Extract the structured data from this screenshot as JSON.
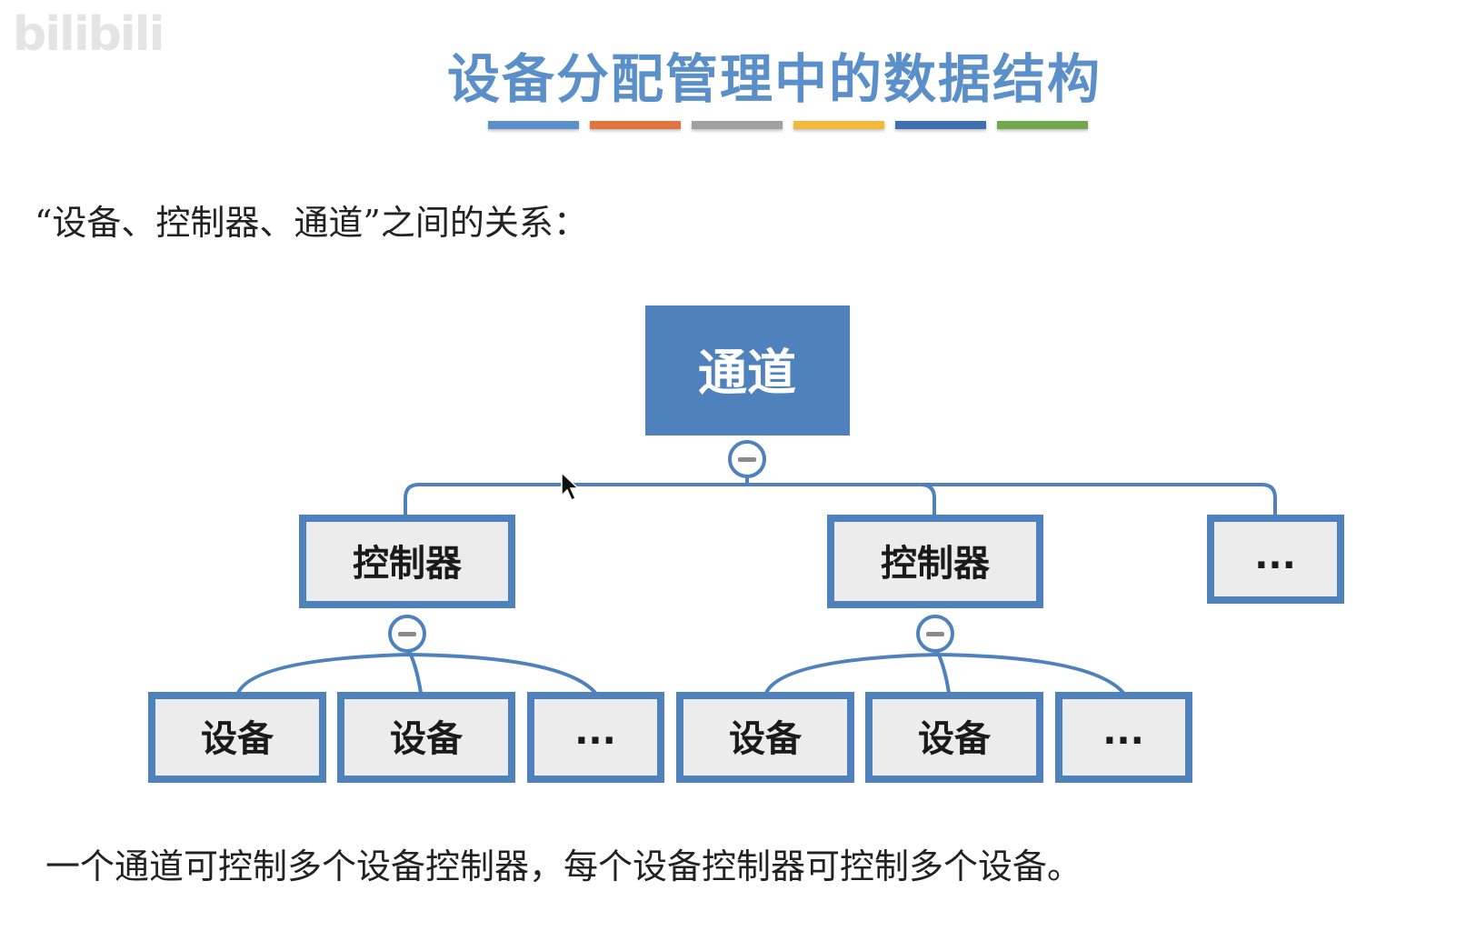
{
  "watermark": "bilibili",
  "title": "设备分配管理中的数据结构",
  "color_bar": [
    "#5b8fc9",
    "#e0753f",
    "#a0a0a0",
    "#f2b93b",
    "#3e6fb5",
    "#72a94c"
  ],
  "subtitle": "“设备、控制器、通道”之间的关系：",
  "diagram": {
    "root": "通道",
    "controllers": [
      "控制器",
      "控制器",
      "..."
    ],
    "devices_group_1": [
      "设备",
      "设备",
      "..."
    ],
    "devices_group_2": [
      "设备",
      "设备",
      "..."
    ],
    "collapse_symbol": "−"
  },
  "footer": "一个通道可控制多个设备控制器，每个设备控制器可控制多个设备。",
  "colors": {
    "accent": "#4f81bd",
    "node_fill": "#ececec"
  }
}
